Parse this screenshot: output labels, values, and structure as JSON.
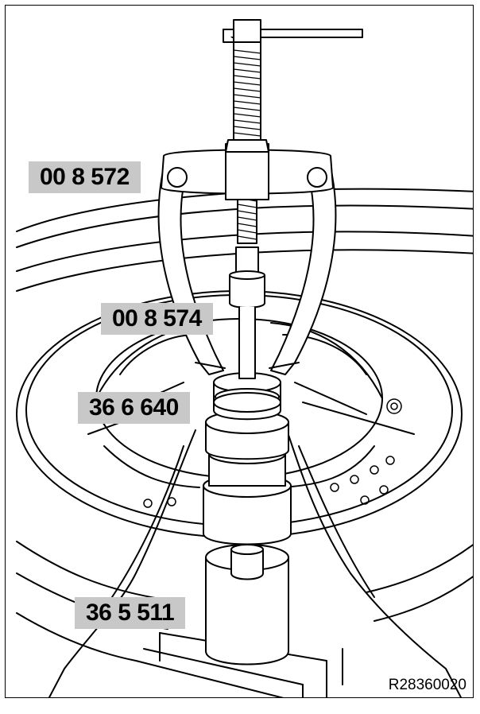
{
  "labels": {
    "puller": "00 8 572",
    "adapter": "00 8 574",
    "bearing_tool": "36 6 640",
    "sleeve": "36 5 511"
  },
  "reference_code": "R28360020",
  "colors": {
    "line": "#000000",
    "label_background": "#c8c8c8",
    "background": "#ffffff"
  }
}
